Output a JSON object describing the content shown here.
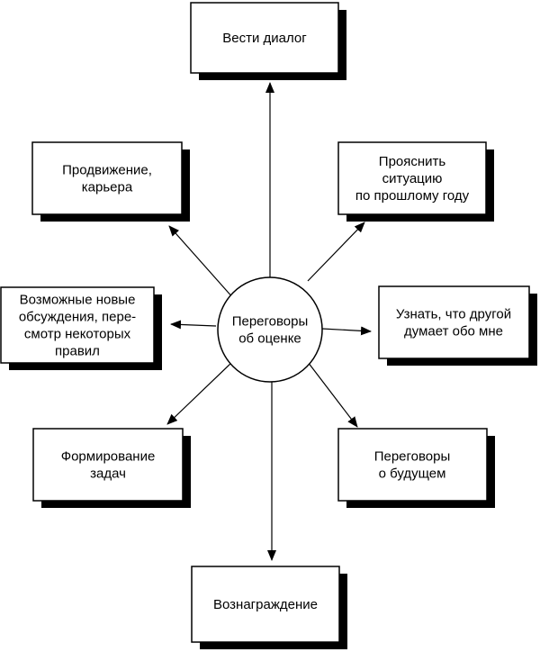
{
  "center": {
    "lines": [
      "Переговоры",
      "об оценке"
    ]
  },
  "nodes": {
    "top": [
      "Вести диалог"
    ],
    "top_left": [
      "Продвижение,",
      "карьера"
    ],
    "top_right": [
      "Прояснить",
      "ситуацию",
      "по прошлому году"
    ],
    "left": [
      "Возможные новые",
      "обсуждения, пере-",
      "смотр некоторых",
      "правил"
    ],
    "right": [
      "Узнать, что другой",
      "думает обо мне"
    ],
    "bottom_left": [
      "Формирование",
      "задач"
    ],
    "bottom_right": [
      "Переговоры",
      "о будущем"
    ],
    "bottom": [
      "Вознаграждение"
    ]
  },
  "colors": {
    "stroke": "#000000",
    "fill": "#ffffff",
    "shadow": "#000000"
  }
}
